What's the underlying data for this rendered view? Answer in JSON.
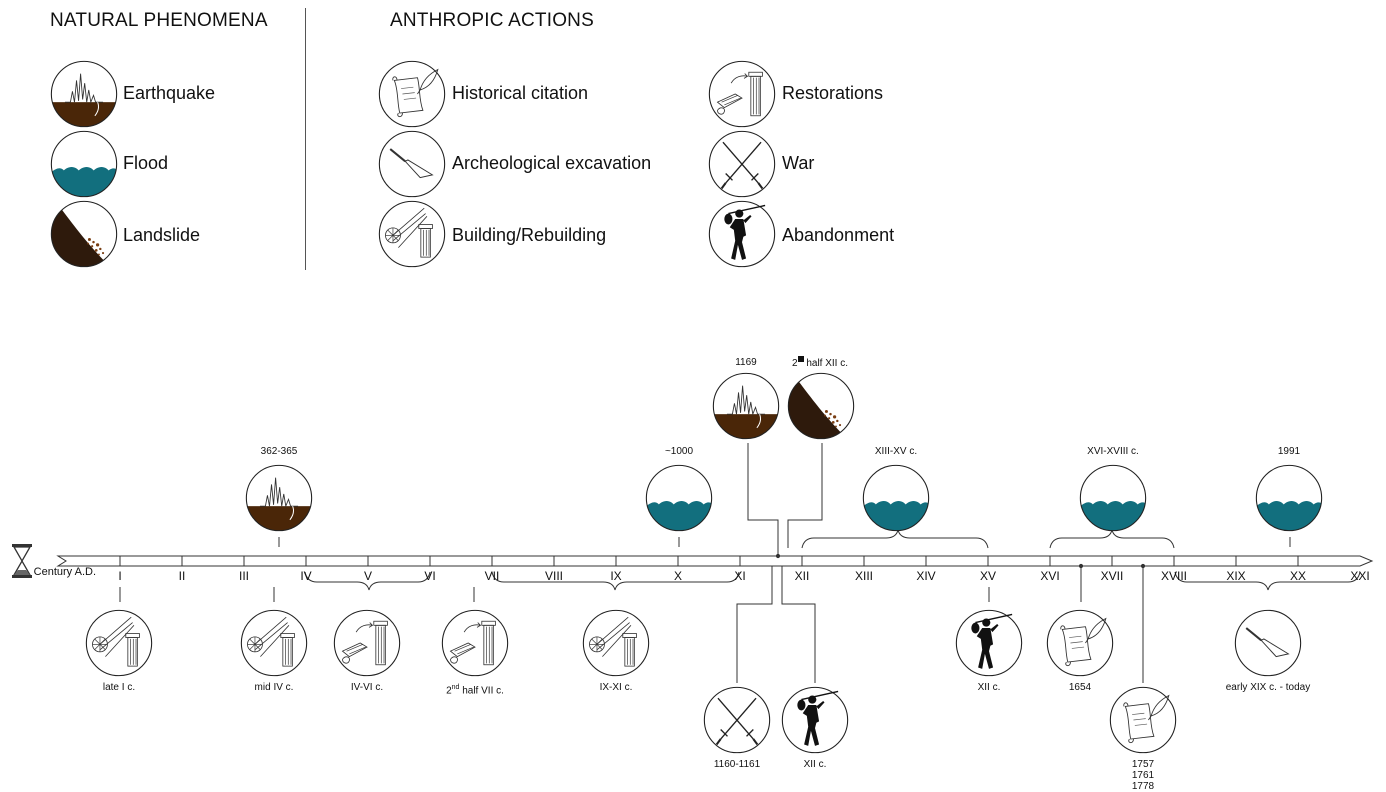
{
  "legend": {
    "natural_header": "NATURAL PHENOMENA",
    "anthropic_header": "ANTHROPIC ACTIONS",
    "natural": [
      {
        "icon": "earthquake-icon",
        "label": "Earthquake"
      },
      {
        "icon": "flood-icon",
        "label": "Flood"
      },
      {
        "icon": "landslide-icon",
        "label": "Landslide"
      }
    ],
    "anthropic_col1": [
      {
        "icon": "scroll-quill-icon",
        "label": "Historical citation"
      },
      {
        "icon": "trowel-icon",
        "label": "Archeological excavation"
      },
      {
        "icon": "building-column-icon",
        "label": "Building/Rebuilding"
      }
    ],
    "anthropic_col2": [
      {
        "icon": "restoration-column-icon",
        "label": "Restorations"
      },
      {
        "icon": "crossed-swords-icon",
        "label": "War"
      },
      {
        "icon": "walking-person-icon",
        "label": "Abandonment"
      }
    ]
  },
  "timeline": {
    "axis_label": "Century A.D.",
    "centuries": [
      "I",
      "II",
      "III",
      "IV",
      "V",
      "VI",
      "VII",
      "VIII",
      "IX",
      "X",
      "XI",
      "XII",
      "XIII",
      "XIV",
      "XV",
      "XVI",
      "XVII",
      "XVIII",
      "XIX",
      "XX",
      "XXI"
    ],
    "events_above": [
      {
        "type": "earthquake",
        "date": "362-365"
      },
      {
        "type": "flood",
        "date": "~1000"
      },
      {
        "type": "earthquake",
        "date": "1169"
      },
      {
        "type": "landslide",
        "date_main": "2",
        "date_tail": " half XII c."
      },
      {
        "type": "flood",
        "date": "XIII-XV c."
      },
      {
        "type": "flood",
        "date": "XVI-XVIII c."
      },
      {
        "type": "flood",
        "date": "1991"
      }
    ],
    "events_below": [
      {
        "type": "building",
        "date": "late I c."
      },
      {
        "type": "building",
        "date": "mid IV c."
      },
      {
        "type": "restoration",
        "date": "IV-VI c."
      },
      {
        "type": "restoration",
        "date_main": "2",
        "date_sup": "nd",
        "date_tail": " half VII c."
      },
      {
        "type": "building",
        "date": "IX-XI c."
      },
      {
        "type": "war",
        "date": "1160-1161"
      },
      {
        "type": "abandonment",
        "date": "XII c."
      },
      {
        "type": "abandonment",
        "date": "XII c."
      },
      {
        "type": "citation",
        "date": "1654"
      },
      {
        "type": "citation",
        "dates": [
          "1757",
          "1761",
          "1778"
        ]
      },
      {
        "type": "excavation",
        "date": "early XIX c. - today"
      }
    ]
  },
  "colors": {
    "earth": "#4a2608",
    "earth_dark": "#2e1a0c",
    "water": "#126f7e",
    "line": "#222222"
  }
}
